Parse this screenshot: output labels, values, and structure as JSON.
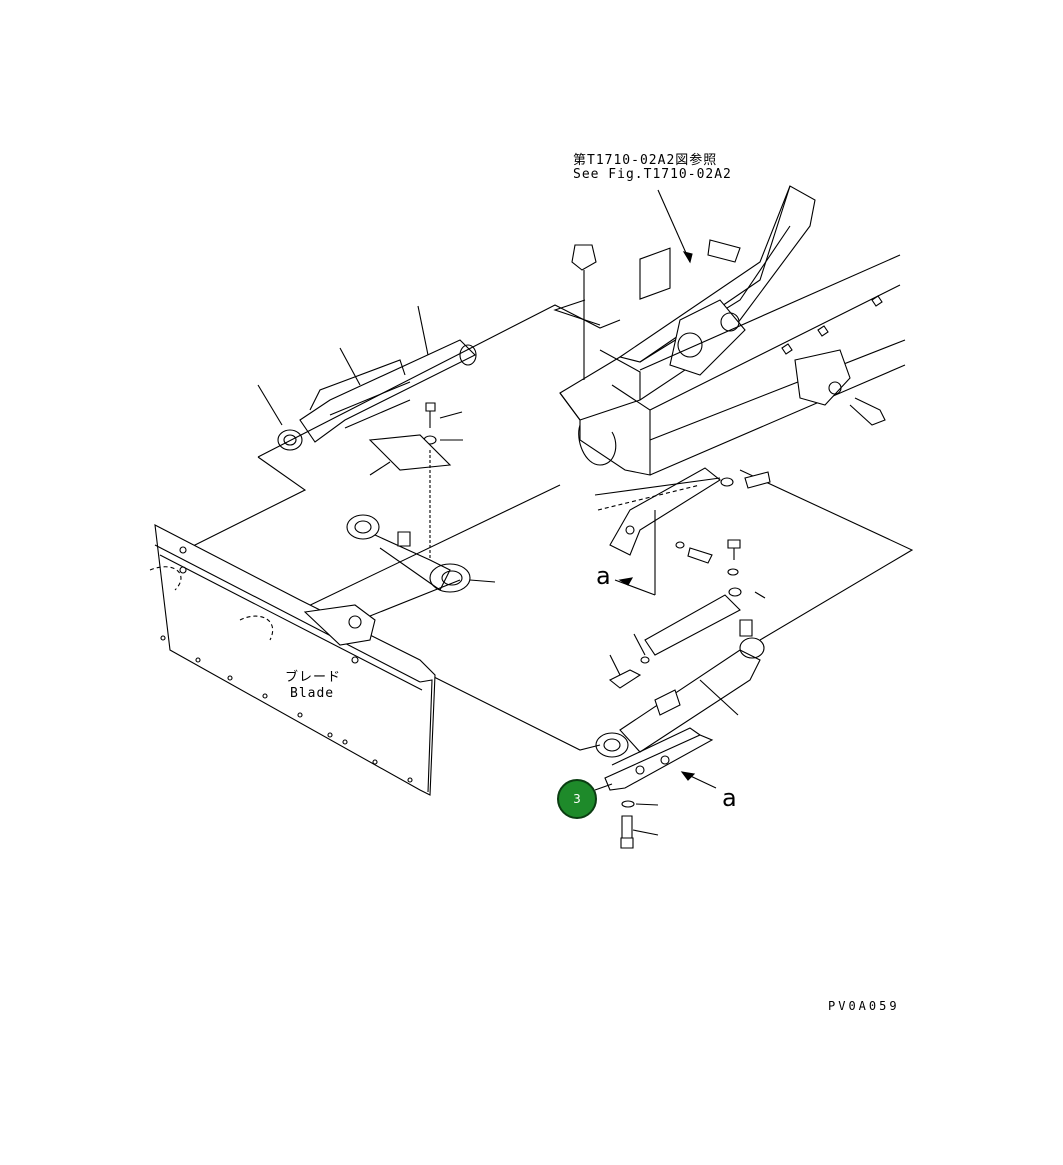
{
  "reference": {
    "jp": "第T1710-02A2図参照",
    "en": "See Fig.T1710-02A2"
  },
  "blade": {
    "jp": "ブレード",
    "en": "Blade"
  },
  "view_markers": [
    "a",
    "a"
  ],
  "drawing_code": "PV0A059",
  "callout": {
    "number": "3",
    "color": "#1e8a2a"
  }
}
